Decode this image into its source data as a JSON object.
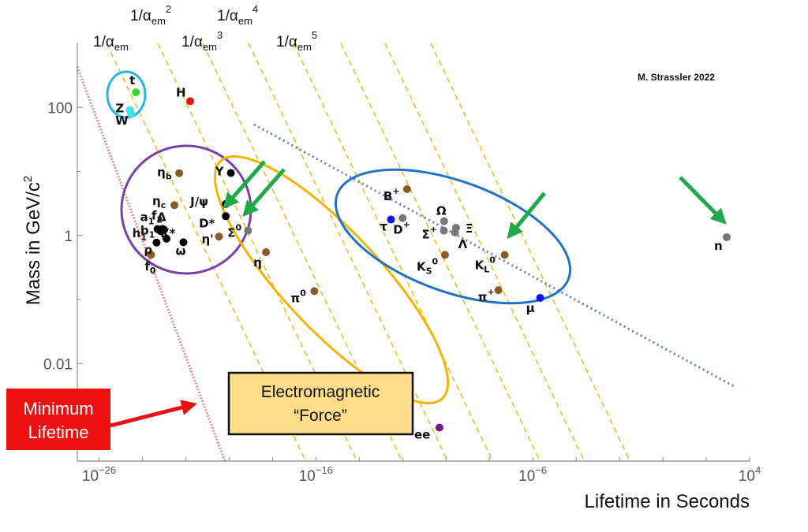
{
  "colors": {
    "axis": "#888888",
    "guide": "#f5b300",
    "min_line": "#e86a7a",
    "trend": "#5b80b8",
    "purple": "#7b3fa8",
    "yellow": "#f5b300",
    "blue": "#1f73c6",
    "cyan": "#25b5ea",
    "arrow_green": "#1faa4a",
    "arrow_red": "#e81010",
    "box_red": "#ee1111",
    "box_yellow": "#fddc8a"
  },
  "chart_data": {
    "type": "scatter",
    "xscale": "log",
    "yscale": "log",
    "xlabel": "Lifetime in Seconds",
    "ylabel": "Mass in GeV/c",
    "ylabel_sup": "2",
    "xlim": [
      1e-27,
      10000.0
    ],
    "ylim": [
      0.0003,
      1000
    ],
    "x_ticks": [
      {
        "value": 1e-26,
        "base": "10",
        "exp": "−26"
      },
      {
        "value": 1e-16,
        "base": "10",
        "exp": "−16"
      },
      {
        "value": 1e-06,
        "base": "10",
        "exp": "−6"
      },
      {
        "value": 10000.0,
        "base": "10",
        "exp": "4"
      }
    ],
    "y_ticks": [
      {
        "value": 100,
        "label": "100"
      },
      {
        "value": 1,
        "label": "1"
      },
      {
        "value": 0.01,
        "label": "0.01"
      }
    ],
    "credit": "M. Strassler 2022",
    "points": [
      {
        "label": "t",
        "x": 5e-25,
        "y": 172,
        "color": "#3ad43a"
      },
      {
        "label": "Z",
        "x": 2.6e-25,
        "y": 91,
        "color": "#40e0e8"
      },
      {
        "label": "W",
        "x": 3e-25,
        "y": 80,
        "color": "#40e0e8"
      },
      {
        "label": "H",
        "x": 1.6e-22,
        "y": 125,
        "color": "#ee1111"
      },
      {
        "label": "ηb",
        "x": 5e-23,
        "y": 9.4,
        "color": "#8b5a2b"
      },
      {
        "label": "ηc",
        "x": 3e-23,
        "y": 2.98,
        "color": "#8b5a2b"
      },
      {
        "label": "Υ",
        "x": 1.2e-20,
        "y": 9.46,
        "color": "#000000"
      },
      {
        "label": "J/ψ",
        "x": 7e-21,
        "y": 3.1,
        "color": "#000000"
      },
      {
        "label": "D*",
        "x": 7e-21,
        "y": 2.0,
        "color": "#000000"
      },
      {
        "label": "Σ0",
        "x": 7.4e-20,
        "y": 1.19,
        "color": "#777777"
      },
      {
        "label": "η'",
        "x": 3.4e-21,
        "y": 0.958,
        "color": "#8b5a2b"
      },
      {
        "label": "η",
        "x": 5e-19,
        "y": 0.548,
        "color": "#8b5a2b"
      },
      {
        "label": "π0",
        "x": 8.5e-17,
        "y": 0.135,
        "color": "#8b5a2b"
      },
      {
        "label": "a1",
        "x": 5e-24,
        "y": 1.26,
        "color": "#000000"
      },
      {
        "label": "b1",
        "x": 1e-23,
        "y": 1.23,
        "color": "#000000"
      },
      {
        "label": "h1",
        "x": 7e-24,
        "y": 1.17,
        "color": "#000000"
      },
      {
        "label": "f2",
        "x": 8.5e-24,
        "y": 1.27,
        "color": "#000000"
      },
      {
        "label": "Δ",
        "x": 5.6e-24,
        "y": 1.23,
        "color": "#000000"
      },
      {
        "label": "K*",
        "x": 1.3e-23,
        "y": 0.89,
        "color": "#000000"
      },
      {
        "label": "ρ",
        "x": 4.5e-24,
        "y": 0.775,
        "color": "#000000"
      },
      {
        "label": "ω",
        "x": 7.8e-23,
        "y": 0.783,
        "color": "#000000"
      },
      {
        "label": "f0",
        "x": 2.5e-24,
        "y": 0.5,
        "color": "#8b5a2b"
      },
      {
        "label": "B+",
        "x": 1.6e-12,
        "y": 5.28,
        "color": "#8b5a2b"
      },
      {
        "label": "τ",
        "x": 2.9e-13,
        "y": 1.777,
        "color": "#1010ee"
      },
      {
        "label": "D+",
        "x": 1e-12,
        "y": 1.87,
        "color": "#777777"
      },
      {
        "label": "Ω",
        "x": 8.2e-11,
        "y": 1.67,
        "color": "#777777"
      },
      {
        "label": "Σ+",
        "x": 8e-11,
        "y": 1.19,
        "color": "#777777"
      },
      {
        "label": "Ξ",
        "x": 2.9e-10,
        "y": 1.32,
        "color": "#777777"
      },
      {
        "label": "Λ",
        "x": 2.6e-10,
        "y": 1.116,
        "color": "#777777"
      },
      {
        "label": "KS0",
        "x": 9e-11,
        "y": 0.498,
        "color": "#8b5a2b"
      },
      {
        "label": "KL0",
        "x": 5.1e-08,
        "y": 0.498,
        "color": "#8b5a2b"
      },
      {
        "label": "π+",
        "x": 2.6e-08,
        "y": 0.14,
        "color": "#8b5a2b"
      },
      {
        "label": "μ",
        "x": 2.2e-06,
        "y": 0.106,
        "color": "#1010ee"
      },
      {
        "label": "n",
        "x": 880,
        "y": 0.94,
        "color": "#777777"
      },
      {
        "label": "ee",
        "x": 5e-11,
        "y": 0.001,
        "color": "#7a1a8a"
      }
    ],
    "guides": [
      {
        "label": "1/αem",
        "sup": ""
      },
      {
        "label": "1/αem",
        "sup": "2"
      },
      {
        "label": "1/αem",
        "sup": "3"
      },
      {
        "label": "1/αem",
        "sup": "4"
      },
      {
        "label": "1/αem",
        "sup": "5"
      }
    ]
  },
  "boxes": {
    "min_lifetime_line1": "Minimum",
    "min_lifetime_line2": "Lifetime",
    "em_force_line1": "Electromagnetic",
    "em_force_line2": "“Force”"
  }
}
